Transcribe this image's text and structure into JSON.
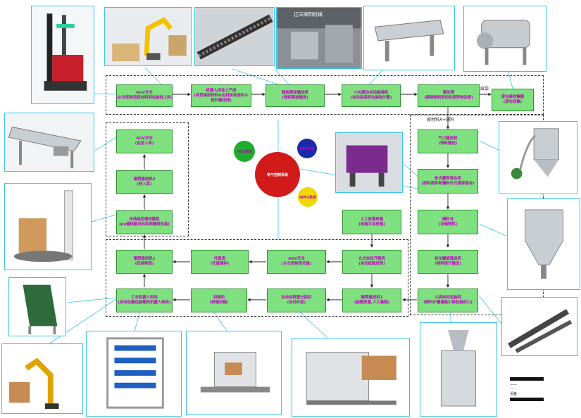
{
  "boxes": {
    "b1": {
      "l1": "AGV叉车",
      "l2": "(从仓库物流原材料到包装线上料)"
    },
    "b2": {
      "l1": "机器人拆垛上产线",
      "l2": "(将货架原材料&包材拆垛至料斗",
      "l3": "投料输送线)"
    },
    "b3": {
      "l1": "链板爬坡输送机",
      "l2": "(物料爬坡输送)"
    },
    "b4": {
      "l1": "小包振动自动破袋机",
      "l2": "(自动拆袋将包装物分离)"
    },
    "b5": {
      "l1": "振动筛",
      "l2": "(剔除物料里的杂质异物杂质)"
    },
    "b6": {
      "l1": "废包装收集器",
      "l2": "(废包收集)"
    },
    "b7": {
      "l1": "AGV叉车",
      "l2": "(运至入库)"
    },
    "b8": {
      "l1": "辊筒输送机3",
      "l2": "(待入库)"
    },
    "b9": {
      "l1": "无线遥控缠绕膜机",
      "l2": "(pe缠绕膜对码垛物缠绕包装)"
    },
    "b10": {
      "l1": "气力输送机",
      "l2": "(物料输送)"
    },
    "b11": {
      "l1": "卧式螺带混合机",
      "l2": "(原料搅拌和辅料均匀搅拌混合)"
    },
    "b12": {
      "l1": "人工放置纸箱",
      "l2": "(纸箱手动放箱)"
    },
    "b13": {
      "l1": "储料仓",
      "l2": "(存储物料)"
    },
    "b14": {
      "l1": "辊筒输送机2",
      "l2": "(码垛物流)"
    },
    "b15": {
      "l1": "托盘库",
      "l2": "(托盘储存)"
    },
    "b16": {
      "l1": "AGV叉车",
      "l2": "(从仓库物流托盘)"
    },
    "b17": {
      "l1": "立式自动开箱机",
      "l2": "(自动纸箱成型)"
    },
    "b18": {
      "l1": "绞龙螺旋输送机",
      "l2": "(物料提升输送)"
    },
    "b19": {
      "l1": "工业机器人码垛",
      "l2": "(自动化搬运装箱的机器人码垛)"
    },
    "b20": {
      "l1": "封箱机",
      "l2": "(纸箱封箱)"
    },
    "b21": {
      "l1": "全自动称重分拣机",
      "l2": "(自动分拣)"
    },
    "b22": {
      "l1": "辊筒输送机1",
      "l2": "(装箱放置,人工装箱)"
    },
    "b23": {
      "l1": "小袋自动包装机",
      "l2": "(物料计量灌装小袋包装封口)"
    }
  },
  "notes": {
    "waste": "废袋",
    "material": "原材料A+辅料"
  },
  "hub": {
    "center": "电气控制系统",
    "green": "MES系统",
    "blue": "ERP系统",
    "yellow": "WMS系统"
  },
  "legend": {
    "l1": "——",
    "l2": "- - -",
    "l3": "设备"
  },
  "colors": {
    "box_fill": "#7ee07e",
    "box_text": "#c000c0",
    "photo_border": "#37c6e8",
    "hub_red": "#d11a1a",
    "hub_green": "#1fae2b",
    "hub_blue": "#1b2aa8",
    "hub_yellow": "#f0d800"
  },
  "photos": [
    "agv-forklift-photo",
    "robot-depalletizer-photo",
    "chain-conveyor-photo",
    "workshop-photo",
    "vibrating-screen-photo",
    "waste-collector-photo",
    "roller-conveyor-photo",
    "stretch-wrapper-photo",
    "mixer-photo",
    "dust-collector-photo",
    "hopper-photo",
    "screw-conveyor-photo",
    "belt-conveyor-photo",
    "palletizer-robot-photo",
    "pallet-rack-photo",
    "case-sealer-photo",
    "case-erector-photo",
    "packing-machine-photo"
  ]
}
